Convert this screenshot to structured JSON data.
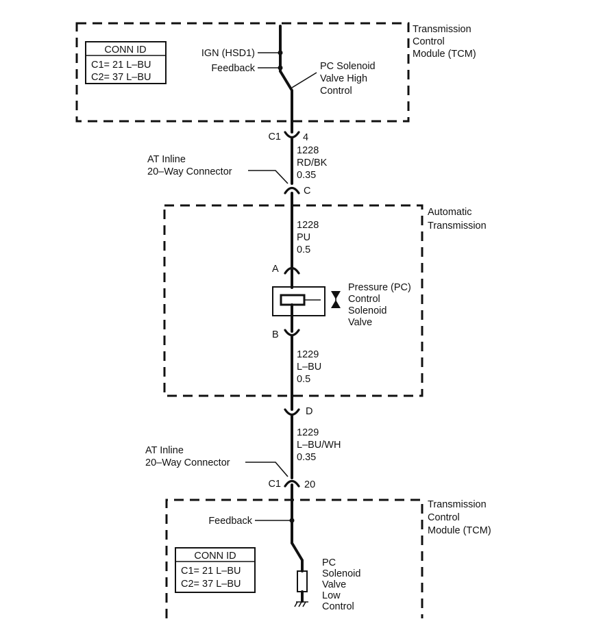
{
  "tcm_top": {
    "label_lines": [
      "Transmission",
      "Control",
      "Module (TCM)"
    ],
    "conn_id": {
      "title": "CONN ID",
      "rows": [
        "C1= 21 L–BU",
        "C2= 37 L–BU"
      ]
    },
    "ign_label": "IGN (HSD1)",
    "feedback_label": "Feedback",
    "switch_label_lines": [
      "PC Solenoid",
      "Valve High",
      "Control"
    ]
  },
  "conn_c1_top": {
    "name": "C1",
    "pin": "4"
  },
  "wire_1228_rdbk": {
    "circuit": "1228",
    "color": "RD/BK",
    "gauge": "0.35"
  },
  "inline_top": {
    "label_lines": [
      "AT Inline",
      "20–Way Connector"
    ],
    "pin": "C"
  },
  "auto_trans": {
    "label_lines": [
      "Automatic",
      "Transmission"
    ],
    "wire_in": {
      "circuit": "1228",
      "color": "PU",
      "gauge": "0.5"
    },
    "pin_a": "A",
    "solenoid_label_lines": [
      "Pressure (PC)",
      "Control",
      "Solenoid",
      "Valve"
    ],
    "pin_b": "B",
    "wire_out": {
      "circuit": "1229",
      "color": "L–BU",
      "gauge": "0.5"
    }
  },
  "conn_d": {
    "pin": "D"
  },
  "wire_1229_lbuwh": {
    "circuit": "1229",
    "color": "L–BU/WH",
    "gauge": "0.35"
  },
  "inline_bottom": {
    "label_lines": [
      "AT Inline",
      "20–Way Connector"
    ],
    "name": "C1",
    "pin": "20"
  },
  "tcm_bottom": {
    "label_lines": [
      "Transmission",
      "Control",
      "Module (TCM)"
    ],
    "feedback_label": "Feedback",
    "conn_id": {
      "title": "CONN ID",
      "rows": [
        "C1= 21 L–BU",
        "C2= 37 L–BU"
      ]
    },
    "driver_label_lines": [
      "PC",
      "Solenoid",
      "Valve",
      "Low",
      "Control"
    ]
  }
}
